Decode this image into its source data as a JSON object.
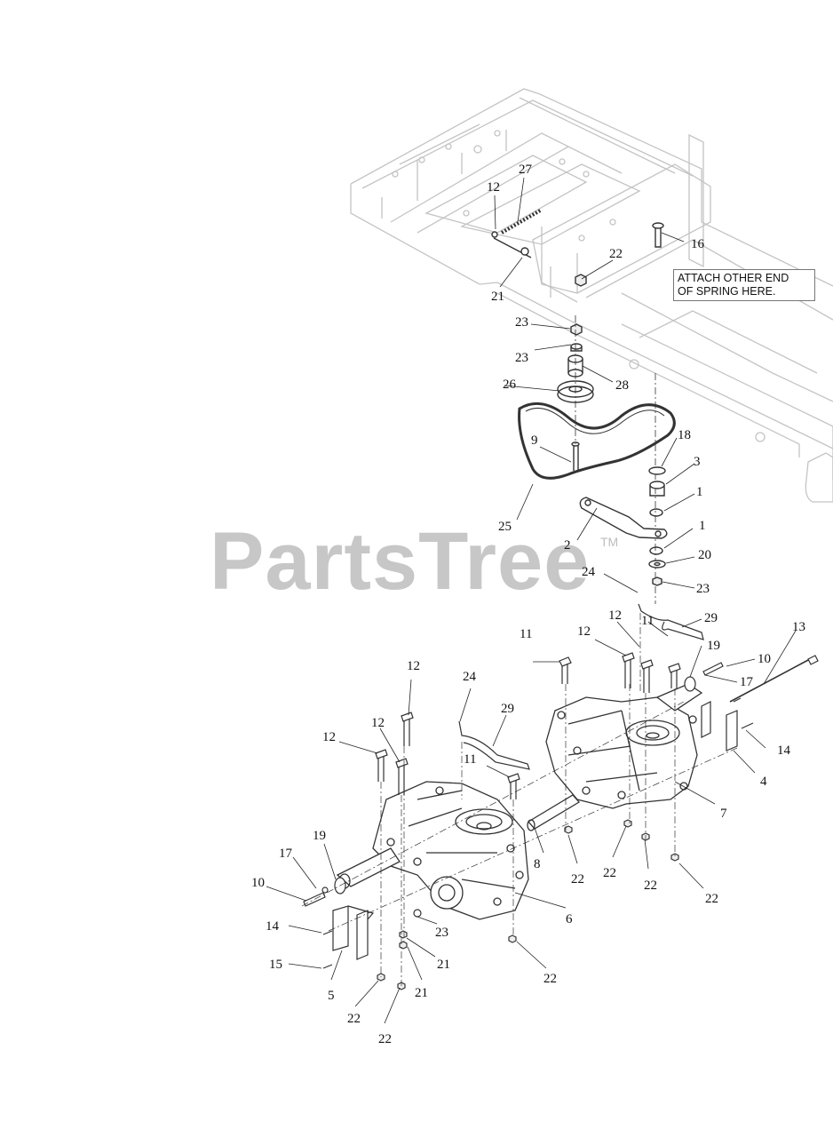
{
  "watermark": {
    "text": "PartsTree",
    "tm": "TM"
  },
  "note": {
    "line1": "ATTACH OTHER END",
    "line2": "OF SPRING HERE."
  },
  "callouts": {
    "c27": "27",
    "c12a": "12",
    "c16": "16",
    "c22a": "22",
    "c21a": "21",
    "c23a": "23",
    "c23b": "23",
    "c28": "28",
    "c26": "26",
    "c18": "18",
    "c9": "9",
    "c3": "3",
    "c1a": "1",
    "c25": "25",
    "c1b": "1",
    "c2": "2",
    "c20": "20",
    "c24a": "24",
    "c23c": "23",
    "c12b": "12",
    "c11a": "11",
    "c29a": "29",
    "c11b": "11",
    "c12c": "12",
    "c19a": "19",
    "c13": "13",
    "c10a": "10",
    "c17a": "17",
    "c12d": "12",
    "c24b": "24",
    "c29b": "29",
    "c12e": "12",
    "c12f": "12",
    "c14a": "14",
    "c11c": "11",
    "c4": "4",
    "c7": "7",
    "c19b": "19",
    "c17b": "17",
    "c8": "8",
    "c22b": "22",
    "c22c": "22",
    "c22d": "22",
    "c22e": "22",
    "c10b": "10",
    "c6": "6",
    "c23d": "23",
    "c14b": "14",
    "c21b": "21",
    "c15": "15",
    "c21c": "21",
    "c5": "5",
    "c22f": "22",
    "c22g": "22",
    "c22h": "22"
  },
  "colors": {
    "frame": "#c4c4c4",
    "parts": "#333333",
    "leader": "#222222",
    "watermark": "#c7c7c7"
  }
}
